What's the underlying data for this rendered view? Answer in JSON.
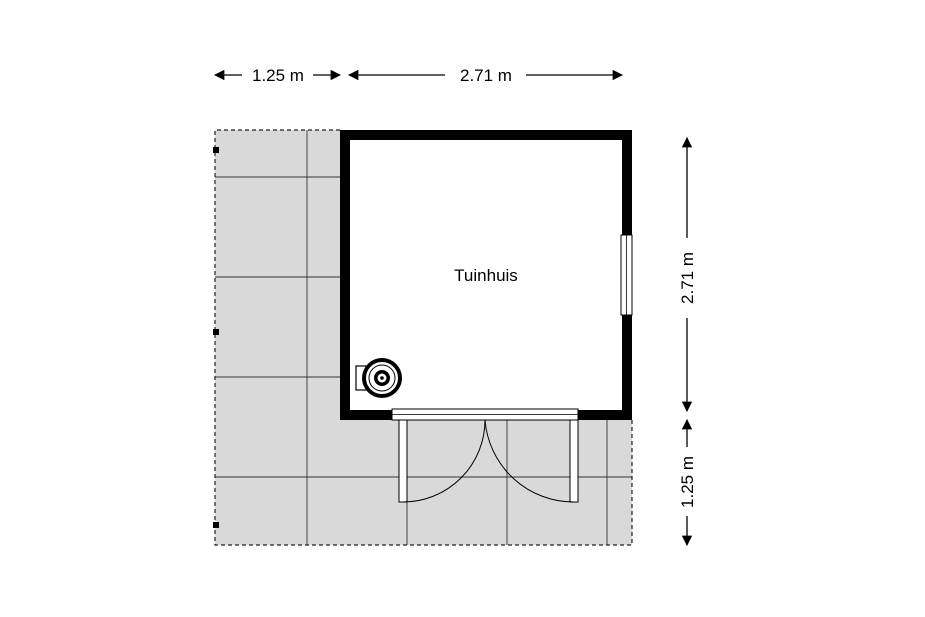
{
  "floorplan": {
    "room": {
      "label": "Tuinhuis"
    },
    "dimensions": {
      "top_left": "1.25 m",
      "top_right": "2.71 m",
      "right_upper": "2.71 m",
      "right_lower": "1.25 m"
    },
    "fixtures": [
      {
        "name": "toilet-icon"
      }
    ]
  }
}
